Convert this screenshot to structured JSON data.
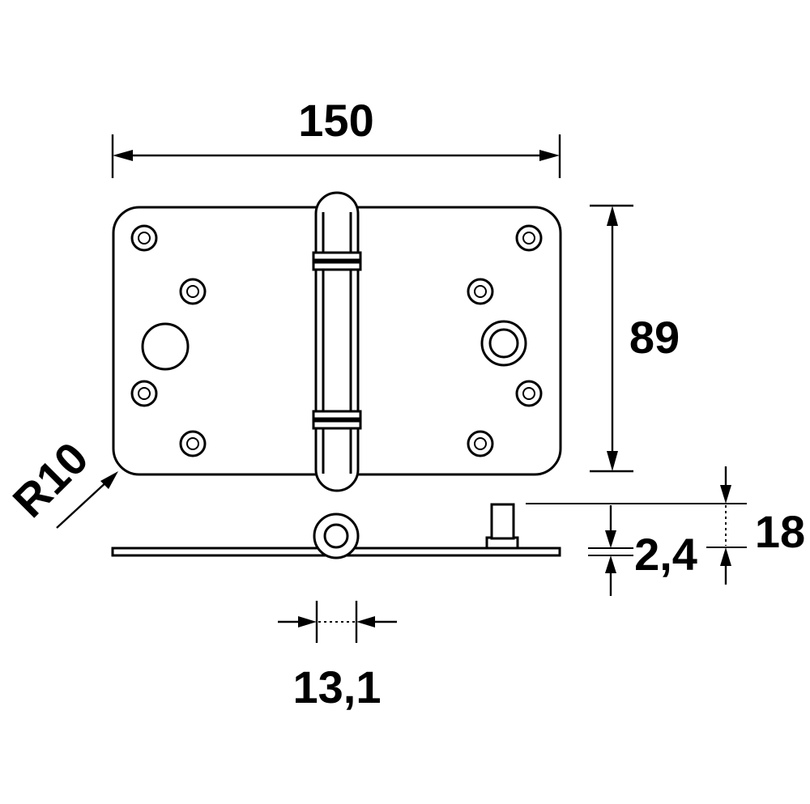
{
  "dimensions": {
    "width": "150",
    "height": "89",
    "corner_radius": "R10",
    "total_height": "18",
    "thickness": "2,4",
    "knuckle_diameter": "13,1"
  }
}
